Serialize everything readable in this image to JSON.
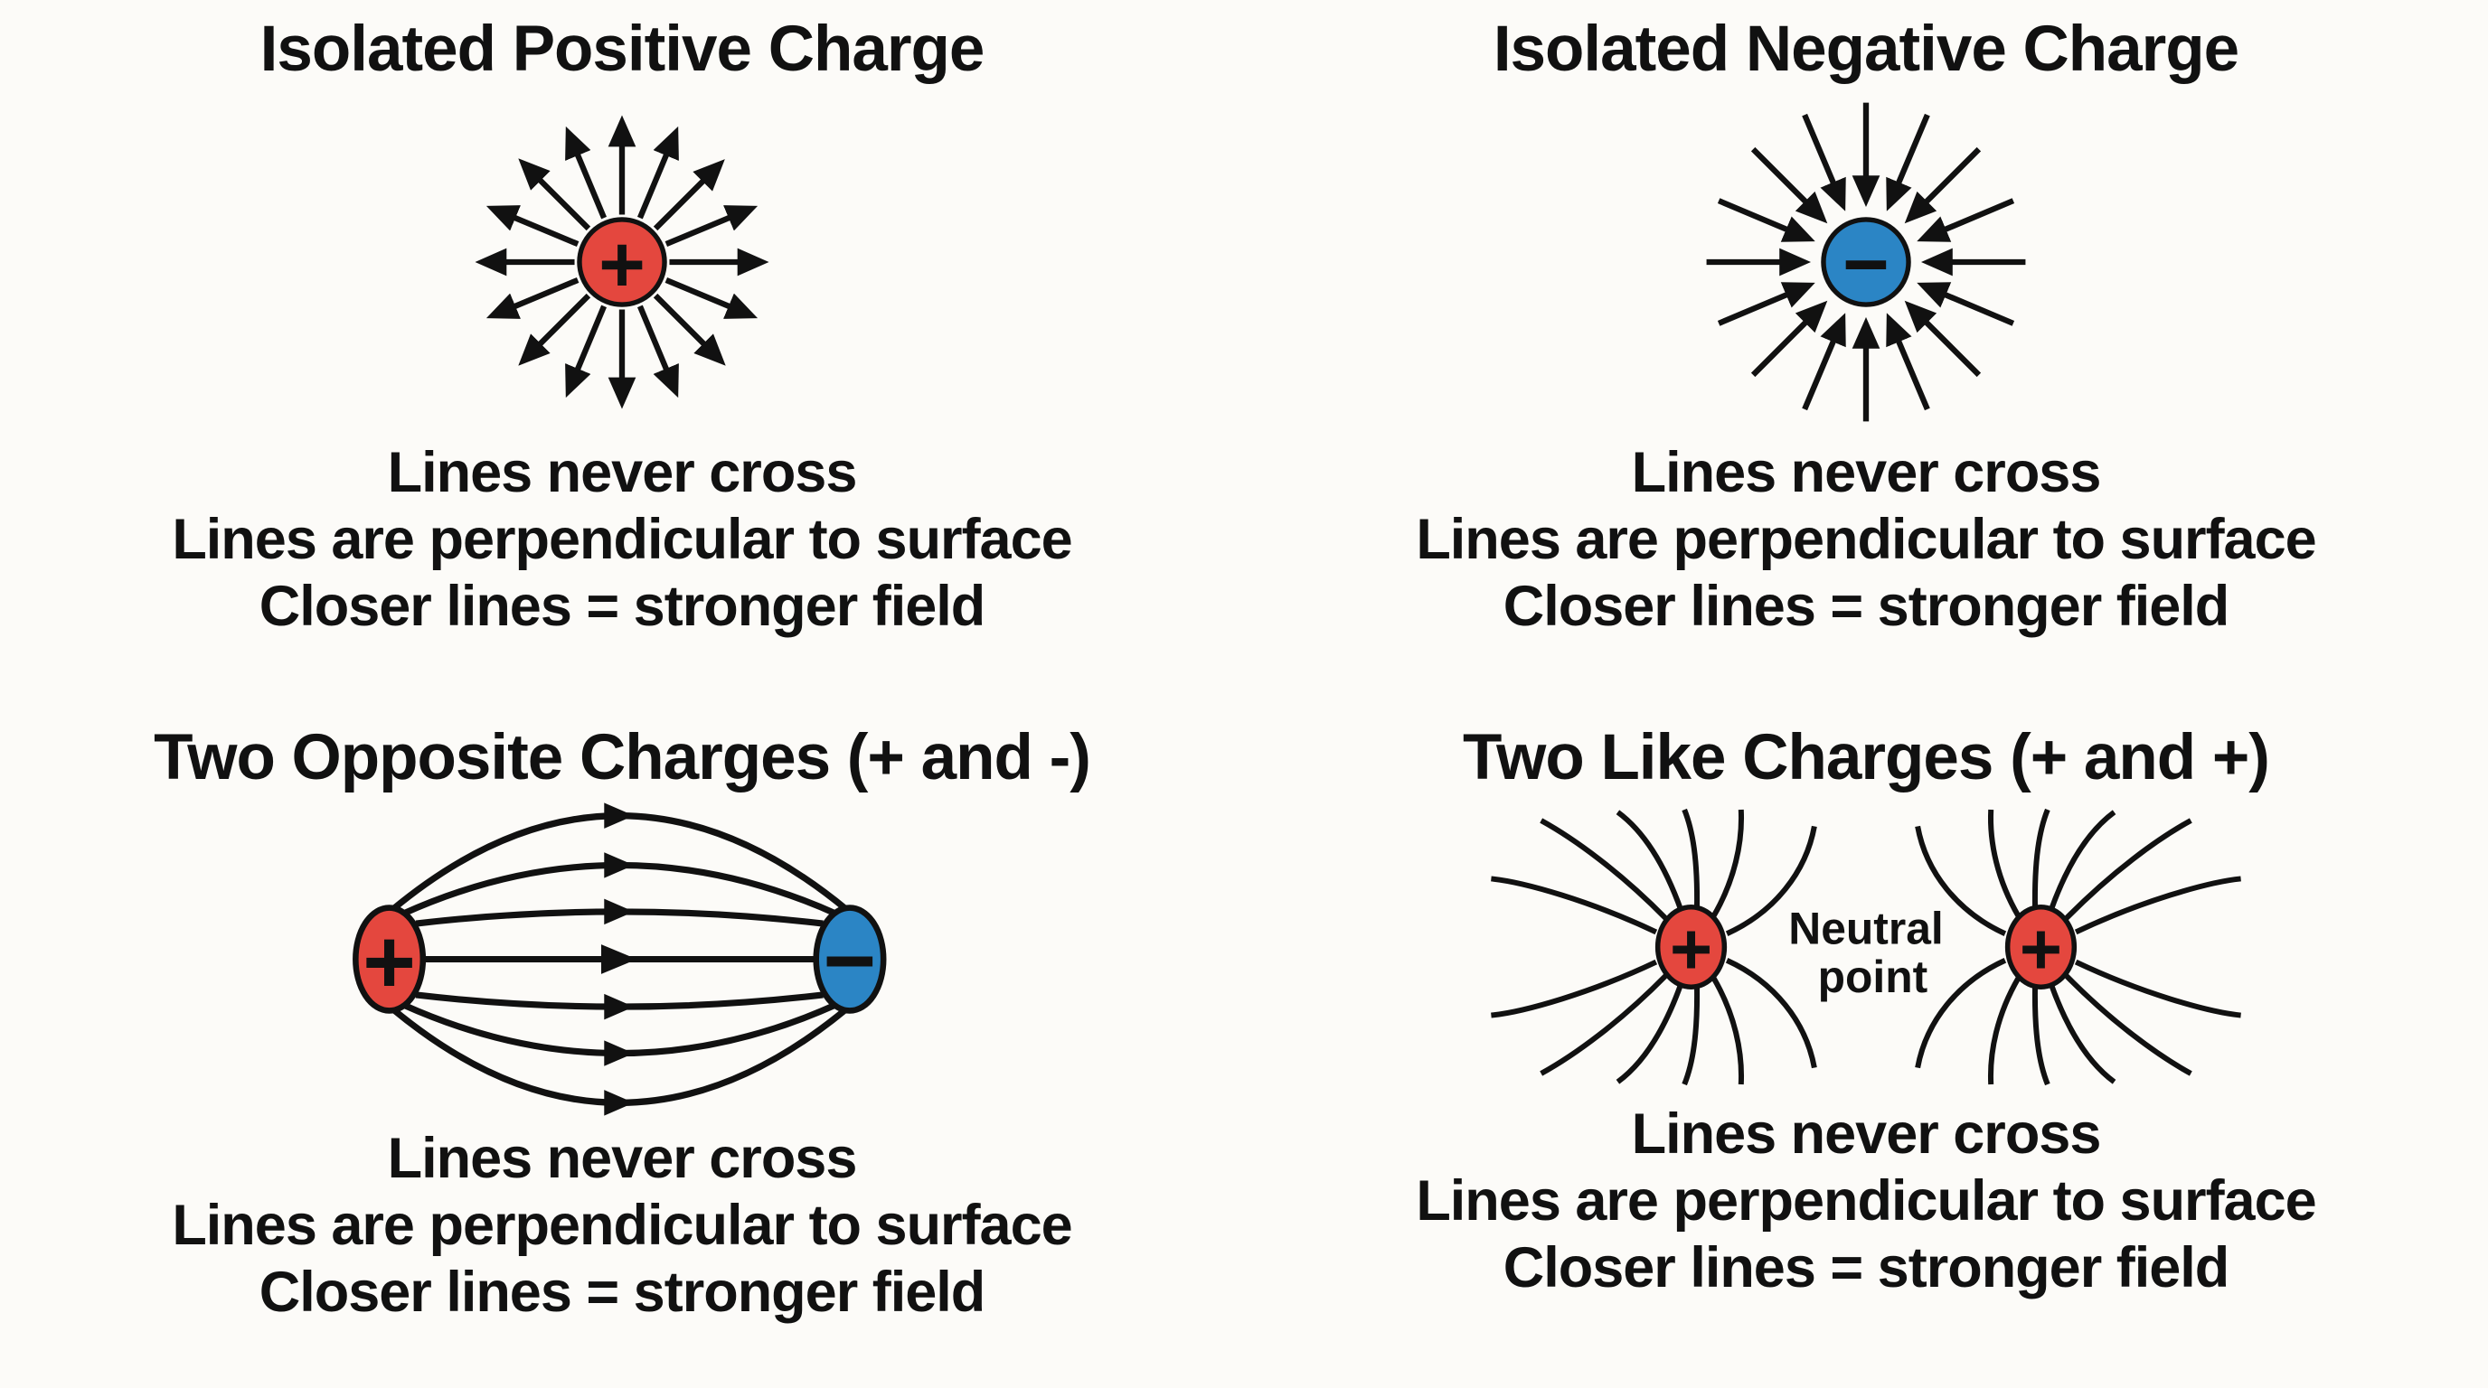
{
  "page": {
    "background": "#fcfbf8"
  },
  "colors": {
    "positive_charge": "#e4473e",
    "negative_charge": "#2b85c5",
    "line": "#111111"
  },
  "quadrants": {
    "isolated_positive": {
      "title": "Isolated Positive Charge",
      "charge_symbol": "+",
      "notes": [
        "Lines never cross",
        "Lines are perpendicular to surface",
        "Closer lines = stronger field"
      ]
    },
    "isolated_negative": {
      "title": "Isolated Negative Charge",
      "charge_symbol": "−",
      "notes": [
        "Lines never cross",
        "Lines are perpendicular to surface",
        "Closer lines = stronger field"
      ]
    },
    "opposite_charges": {
      "title": "Two Opposite Charges (+ and -)",
      "positive_symbol": "+",
      "negative_symbol": "−",
      "notes": [
        "Lines never cross",
        "Lines are perpendicular to surface",
        "Closer lines = stronger field"
      ]
    },
    "like_charges": {
      "title": "Two Like Charges (+ and +)",
      "left_symbol": "+",
      "right_symbol": "+",
      "neutral_point_line1": "Neutral",
      "neutral_point_line2": "point",
      "notes": [
        "Lines never cross",
        "Lines are perpendicular to surface",
        "Closer lines = stronger field"
      ]
    }
  }
}
